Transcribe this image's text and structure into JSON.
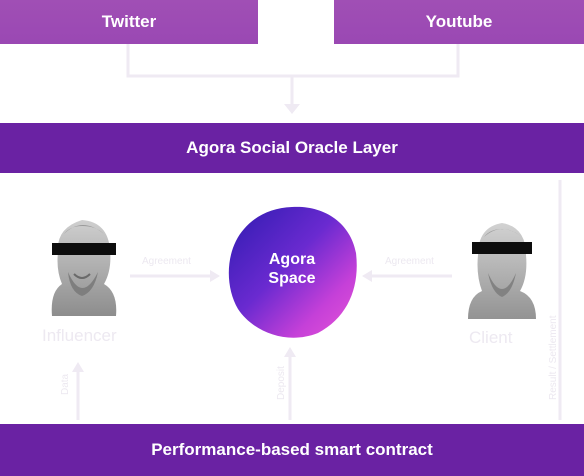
{
  "sources": {
    "twitter": "Twitter",
    "youtube": "Youtube"
  },
  "oracle_layer": "Agora Social Oracle Layer",
  "center": {
    "line1": "Agora",
    "line2": "Space"
  },
  "contract": "Performance-based smart contract",
  "faint_labels": {
    "left_arrow": "Agreement",
    "right_arrow": "Agreement",
    "influencer": "Influencer",
    "client": "Client",
    "left_up": "Data",
    "center_up": "Deposit",
    "right_side": "Result / Settlement"
  },
  "colors": {
    "source_bar": "#a04fb5",
    "oracle_bar": "#6a22a3",
    "contract_bar": "#6a22a3",
    "blob_start": "#3a1fb8",
    "blob_end": "#e04cd6"
  }
}
